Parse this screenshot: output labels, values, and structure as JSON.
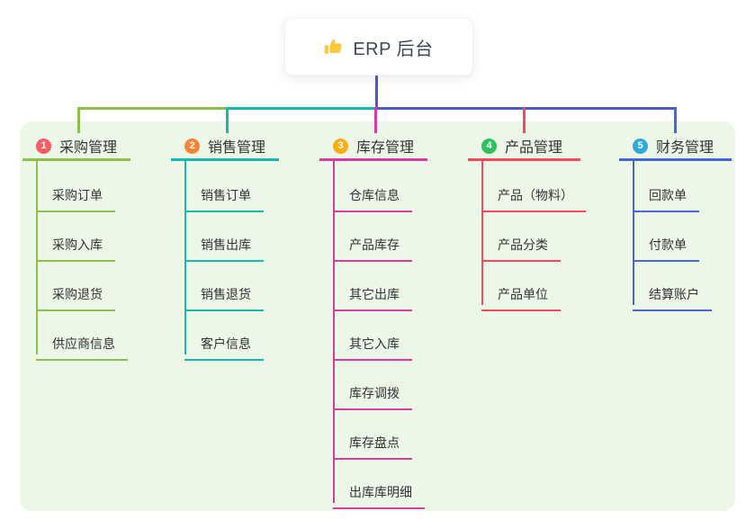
{
  "root": {
    "title": "ERP 后台",
    "icon": "thumbs-up-icon"
  },
  "colors": {
    "panel_background": "#EDF7E8",
    "bus_line": "#4A5CC9",
    "text": "#333333",
    "root_text": "#3D4757",
    "thumb_icon": "#FFC93C"
  },
  "branches": [
    {
      "number": "1",
      "label": "采购管理",
      "line_color": "#8CC04A",
      "badge_color": "#F75C69",
      "children": [
        "采购订单",
        "采购入库",
        "采购退货",
        "供应商信息"
      ]
    },
    {
      "number": "2",
      "label": "销售管理",
      "line_color": "#16B9AE",
      "badge_color": "#FA8336",
      "children": [
        "销售订单",
        "销售出库",
        "销售退货",
        "客户信息"
      ]
    },
    {
      "number": "3",
      "label": "库存管理",
      "line_color": "#D83BA2",
      "badge_color": "#FBAC14",
      "children": [
        "仓库信息",
        "产品库存",
        "其它出库",
        "其它入库",
        "库存调拨",
        "库存盘点",
        "出库库明细"
      ]
    },
    {
      "number": "4",
      "label": "产品管理",
      "line_color": "#F7495B",
      "badge_color": "#2EC161",
      "children": [
        "产品（物料）",
        "产品分类",
        "产品单位"
      ]
    },
    {
      "number": "5",
      "label": "财务管理",
      "line_color": "#4568D4",
      "badge_color": "#31A8E0",
      "children": [
        "回款单",
        "付款单",
        "结算账户"
      ]
    }
  ]
}
